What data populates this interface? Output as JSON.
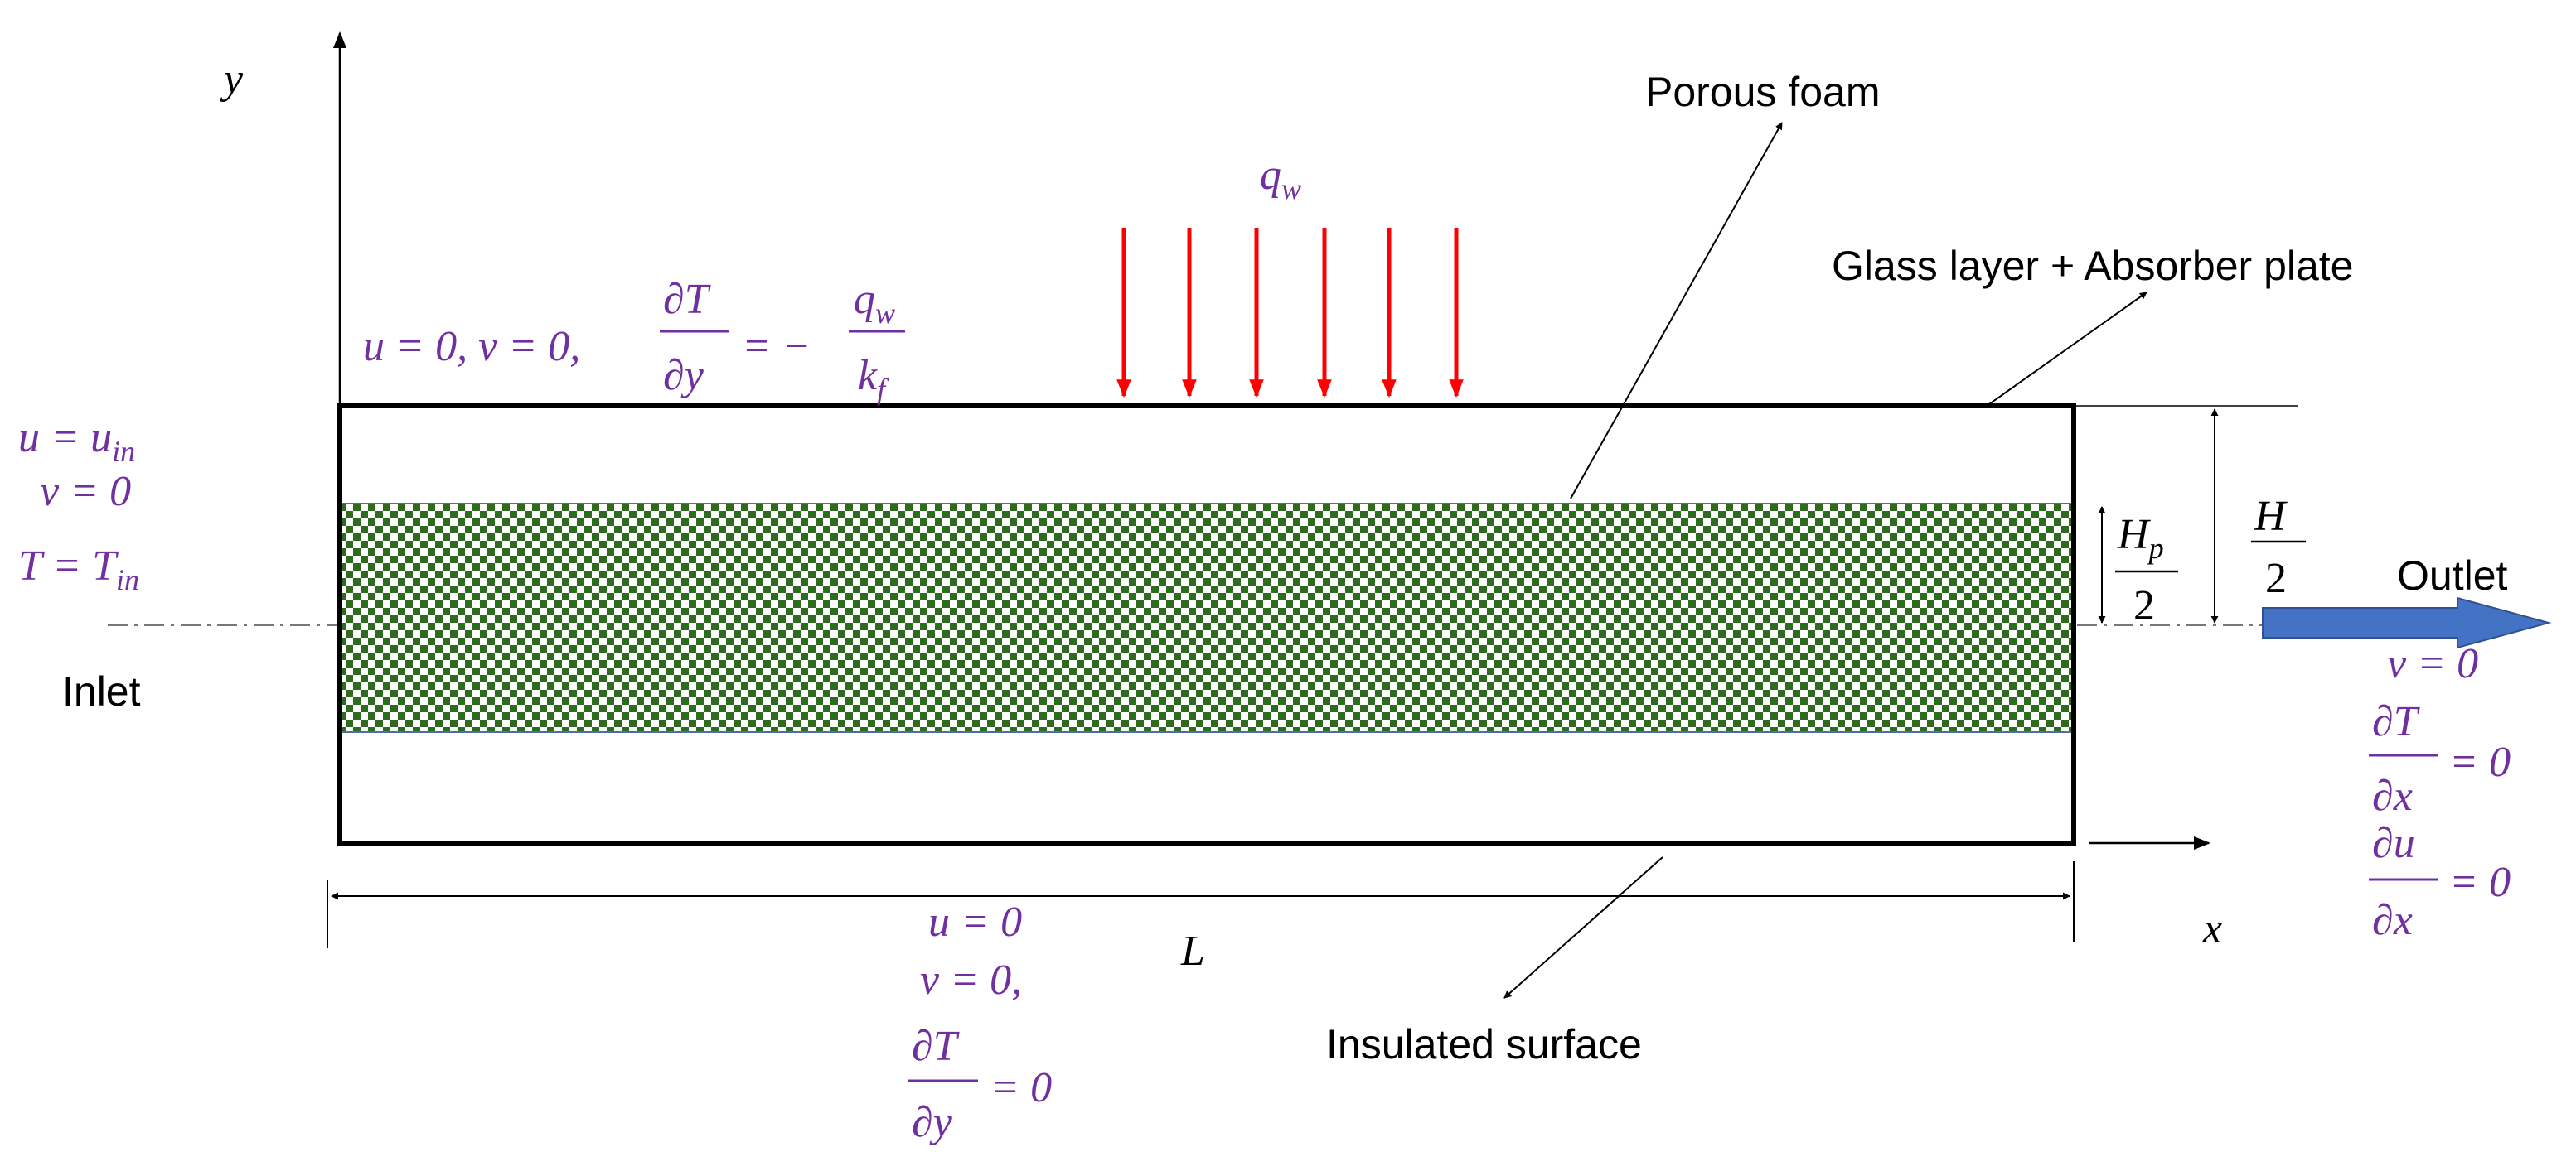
{
  "labels": {
    "porous_foam": "Porous foam",
    "glass_layer": "Glass layer + Absorber plate",
    "insulated_surface": "Insulated surface",
    "inlet": "Inlet",
    "outlet": "Outlet"
  },
  "axes": {
    "x": "x",
    "y": "y"
  },
  "dimensions": {
    "length": "L",
    "half_height_num": "H",
    "half_height_den": "2",
    "porous_half_num": "H",
    "porous_half_sub": "p",
    "porous_half_den": "2"
  },
  "heat_flux": {
    "symbol": "q",
    "subscript": "w",
    "arrow_count": 6
  },
  "top_bc": {
    "prefix": "u = 0, v = 0,",
    "num": "∂T",
    "den": "∂y",
    "eq": "= −",
    "rhs_num": "q",
    "rhs_num_sub": "w",
    "rhs_den": "k",
    "rhs_den_sub": "f"
  },
  "inlet_bc": {
    "line1_lhs": "u = u",
    "line1_sub": "in",
    "line2": "v = 0",
    "line3_lhs": "T = T",
    "line3_sub": "in"
  },
  "bottom_bc": {
    "line1": "u = 0",
    "line2": "v = 0,",
    "num": "∂T",
    "den": "∂y",
    "eq": "= 0"
  },
  "outlet_bc": {
    "line1": "v = 0",
    "f1_num": "∂T",
    "f1_den": "∂x",
    "f1_eq": "= 0",
    "f2_num": "∂u",
    "f2_den": "∂x",
    "f2_eq": "= 0"
  },
  "colors": {
    "bc_text": "#7030a0",
    "heat_arrow": "#ff0000",
    "porous_green": "#2e6b1e",
    "porous_border": "#4a6fa5",
    "outlet_arrow": "#4472c4"
  }
}
